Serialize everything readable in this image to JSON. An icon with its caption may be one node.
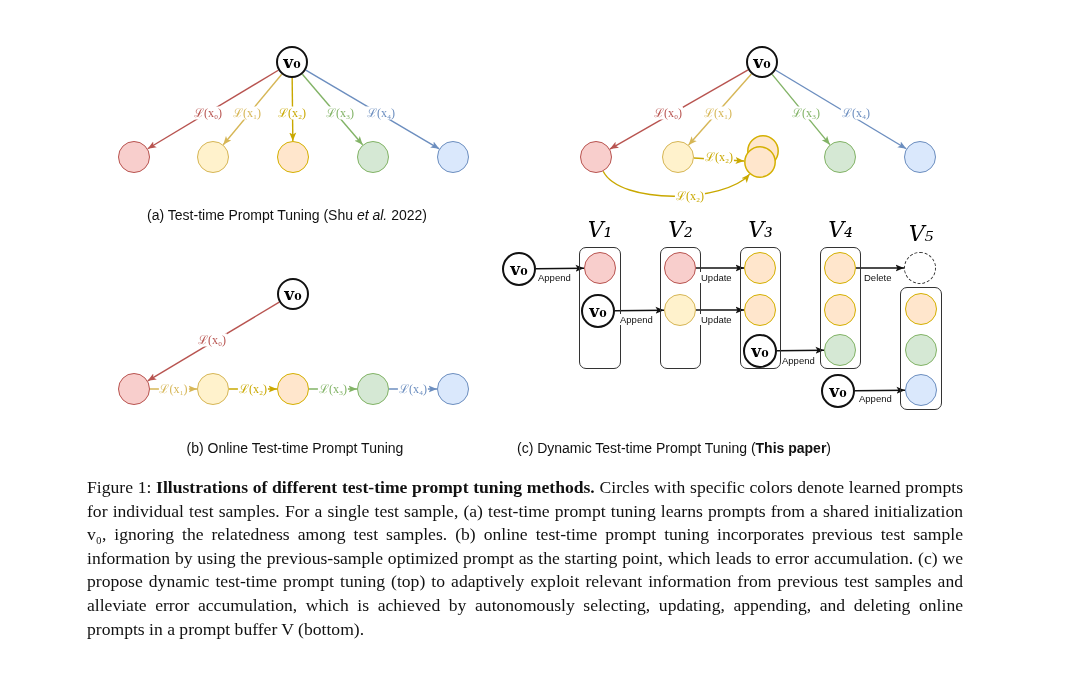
{
  "diagram": {
    "caption": "Figure 1: **Illustrations of different test-time prompt tuning methods.** Circles with specific colors denote learned prompts for individual test samples. For a single test sample, (a) test-time prompt tuning learns prompts from a shared initialization v₀, ignoring the relatedness among test samples. (b) online test-time prompt tuning incorporates previous test sample information by using the previous-sample optimized prompt as the starting point, which leads to error accumulation. (c) we propose dynamic test-time prompt tuning (top) to adaptively exploit relevant information from previous test samples and alleviate error accumulation, which is achieved by autonomously selecting, updating, appending, and deleting online prompts in a prompt buffer V (bottom).",
    "nodes": [
      {
        "text": [
          "v₀"
        ]
      },
      {
        "text": [],
        "shape": "circle"
      },
      {
        "text": [],
        "shape": "circle"
      },
      {
        "text": [],
        "shape": "circle"
      },
      {
        "text": [],
        "shape": "circle"
      },
      {
        "text": [],
        "shape": "circle"
      },
      {
        "text": [
          "v₀"
        ]
      },
      {
        "text": [],
        "shape": "circle"
      },
      {
        "text": [],
        "shape": "circle"
      },
      {
        "text": [],
        "shape": "circle"
      },
      {
        "text": [],
        "shape": "circle"
      },
      {
        "text": [],
        "shape": "circle"
      },
      {
        "text": [
          "v₀"
        ]
      },
      {
        "text": [],
        "shape": "circle"
      },
      {
        "text": [],
        "shape": "circle"
      },
      {
        "text": [],
        "shape": "circle"
      },
      {
        "text": [],
        "shape": "circle"
      },
      {
        "text": [],
        "shape": "circle"
      },
      {
        "text": [
          "v₀"
        ]
      },
      {
        "text": [
          "V₁"
        ]
      },
      {
        "text": [],
        "shape": "circle",
        "in": 19
      },
      {
        "text": [
          "v₀"
        ],
        "in": 19
      },
      {
        "text": [
          "V₂"
        ]
      },
      {
        "text": [],
        "shape": "circle",
        "in": 22
      },
      {
        "text": [],
        "shape": "circle",
        "in": 22
      },
      {
        "text": [
          "V₃"
        ]
      },
      {
        "text": [],
        "shape": "circle",
        "in": 25
      },
      {
        "text": [],
        "shape": "circle",
        "in": 25
      },
      {
        "text": [
          "v₀"
        ],
        "in": 25
      },
      {
        "text": [
          "V₄"
        ]
      },
      {
        "text": [],
        "shape": "circle",
        "in": 29
      },
      {
        "text": [],
        "shape": "circle",
        "in": 29
      },
      {
        "text": [],
        "shape": "circle",
        "in": 29
      },
      {
        "text": [],
        "shape": "circle"
      },
      {
        "text": [
          "V₅"
        ]
      },
      {
        "text": [],
        "shape": "circle",
        "in": 34
      },
      {
        "text": [],
        "shape": "circle",
        "in": 34
      },
      {
        "text": [],
        "shape": "circle",
        "in": 34
      },
      {
        "text": [
          "v₀"
        ]
      }
    ],
    "edges": [
      {
        "from": 0,
        "to": 1,
        "arrow": "to",
        "label": "ℒ(x₀)",
        "color": "#b85450"
      },
      {
        "from": 0,
        "to": 2,
        "arrow": "to",
        "label": "ℒ(x₁)",
        "color": "#d6b656"
      },
      {
        "from": 0,
        "to": 3,
        "arrow": "to",
        "label": "ℒ(x₂)",
        "color": "#c9a800"
      },
      {
        "from": 0,
        "to": 4,
        "arrow": "to",
        "label": "ℒ(x₃)",
        "color": "#82b366"
      },
      {
        "from": 0,
        "to": 5,
        "arrow": "to",
        "label": "ℒ(x₄)",
        "color": "#6c8ebf"
      },
      {
        "from": 6,
        "to": 7,
        "arrow": "to",
        "label": "ℒ(x₀)",
        "color": "#b85450"
      },
      {
        "from": 7,
        "to": 8,
        "arrow": "to",
        "label": "ℒ(x₁)",
        "color": "#d6b656"
      },
      {
        "from": 8,
        "to": 9,
        "arrow": "to",
        "label": "ℒ(x₂)",
        "color": "#c9a800"
      },
      {
        "from": 9,
        "to": 10,
        "arrow": "to",
        "label": "ℒ(x₃)",
        "color": "#82b366"
      },
      {
        "from": 10,
        "to": 11,
        "arrow": "to",
        "label": "ℒ(x₄)",
        "color": "#6c8ebf"
      },
      {
        "from": 12,
        "to": 13,
        "arrow": "to",
        "label": "ℒ(x₀)",
        "color": "#b85450"
      },
      {
        "from": 12,
        "to": 14,
        "arrow": "to",
        "label": "ℒ(x₁)",
        "color": "#d6b656"
      },
      {
        "from": 14,
        "to": 15,
        "arrow": "to",
        "label": "ℒ(x₂)",
        "color": "#c9a800"
      },
      {
        "from": 13,
        "to": 15,
        "arrow": "to",
        "label": "ℒ(x₂)",
        "color": "#c9a800"
      },
      {
        "from": 12,
        "to": 16,
        "arrow": "to",
        "label": "ℒ(x₃)",
        "color": "#82b366"
      },
      {
        "from": 12,
        "to": 17,
        "arrow": "to",
        "label": "ℒ(x₄)",
        "color": "#6c8ebf"
      },
      {
        "from": 18,
        "to": 20,
        "arrow": "to",
        "label": "Append"
      },
      {
        "from": 21,
        "to": 24,
        "arrow": "to",
        "label": "Append"
      },
      {
        "from": 23,
        "to": 26,
        "arrow": "to",
        "label": "Update"
      },
      {
        "from": 24,
        "to": 27,
        "arrow": "to",
        "label": "Update"
      },
      {
        "from": 28,
        "to": 32,
        "arrow": "to",
        "label": "Append"
      },
      {
        "from": 30,
        "to": 33,
        "arrow": "to",
        "label": "Delete"
      },
      {
        "from": 38,
        "to": 37,
        "arrow": "to",
        "label": "Append"
      }
    ],
    "labels": [
      "(a) Test-time Prompt Tuning (Shu *et al.* 2022)",
      "(b) Online Test-time Prompt Tuning",
      "(c) Dynamic Test-time Prompt Tuning (**This paper**)"
    ]
  }
}
